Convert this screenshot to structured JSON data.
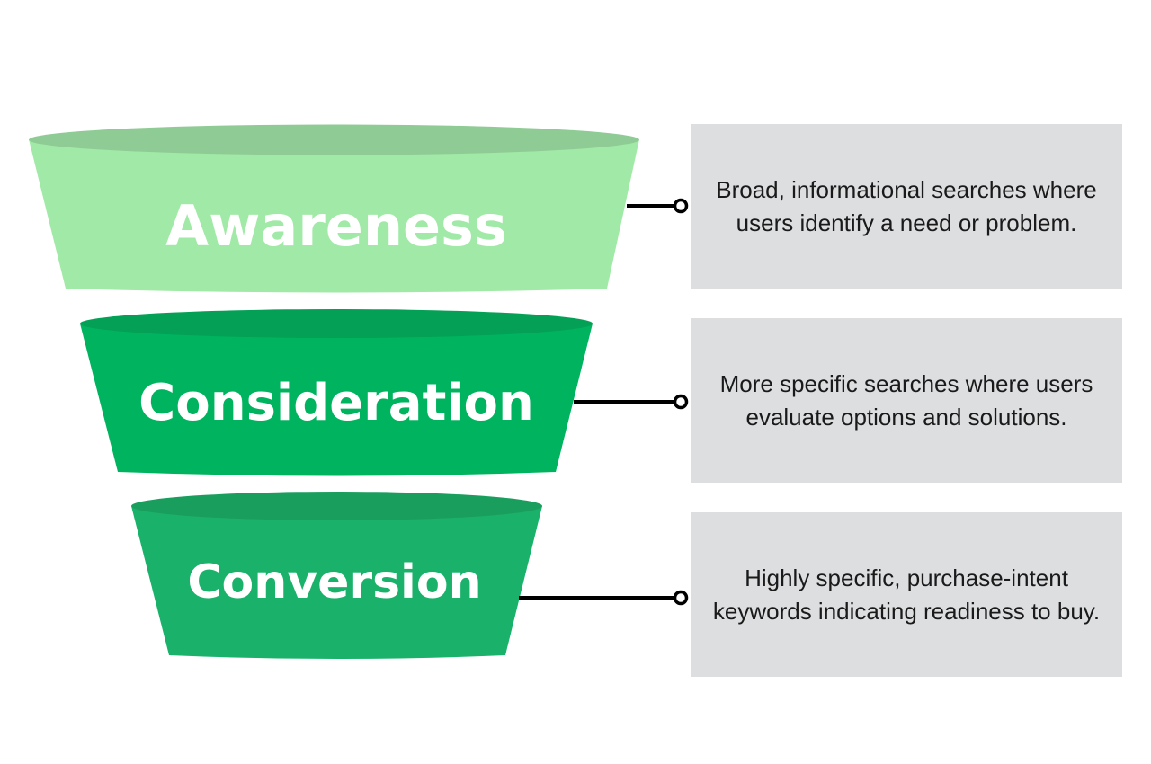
{
  "title": "Search intent funnel",
  "stages": [
    {
      "label": "Awareness",
      "description": "Broad, informational searches where users identify a need or problem.",
      "body_color": "#a1e9a7",
      "top_color": "#8fcb94"
    },
    {
      "label": "Consideration",
      "description": "More specific searches where users evaluate options and solutions.",
      "body_color": "#00b35e",
      "top_color": "#03a055"
    },
    {
      "label": "Conversion",
      "description": "Highly specific, purchase-intent keywords indicating readiness to buy.",
      "body_color": "#1ab26b",
      "top_color": "#1a9e5e"
    }
  ],
  "connector_color": "#000000",
  "box_color": "#dddee0"
}
